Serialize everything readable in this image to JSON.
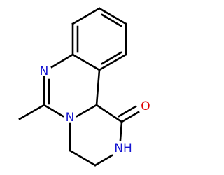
{
  "molecule": {
    "colors": {
      "bond": "#000000",
      "nitrogen": "#1414d2",
      "oxygen": "#e00000"
    },
    "atoms": {
      "n_imine": "N",
      "n_ring": "N",
      "nh": "NH",
      "o_carbonyl": "O"
    }
  }
}
